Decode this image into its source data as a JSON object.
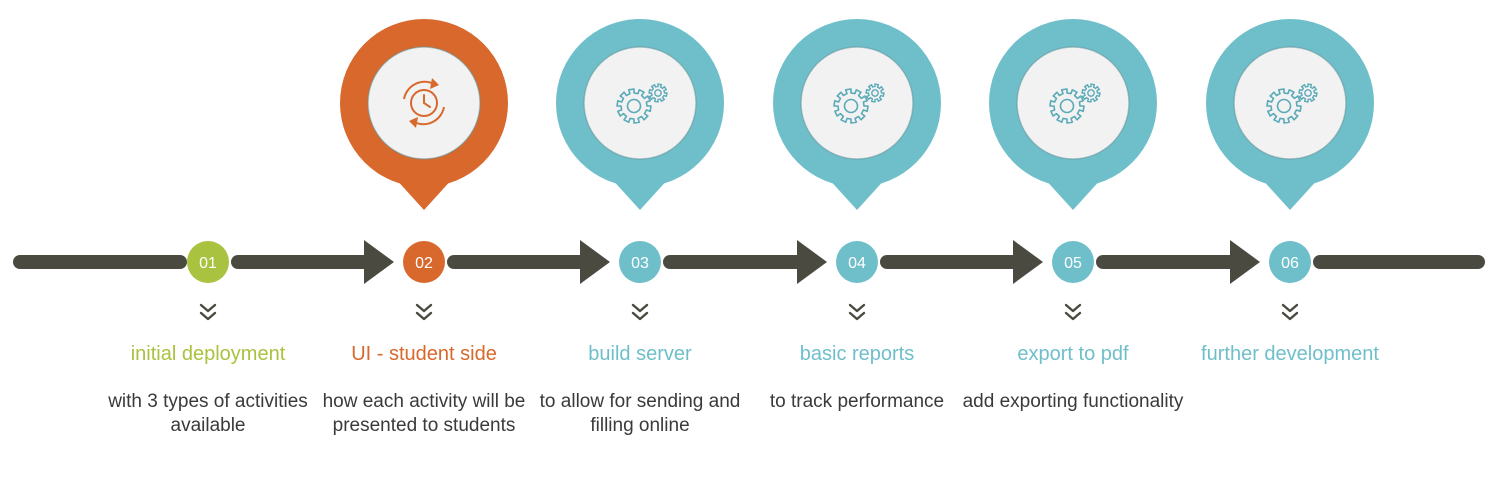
{
  "colors": {
    "line": "#4a4a40",
    "green": "#a9c23f",
    "orange": "#d8682b",
    "teal": "#6fbfcb",
    "inner": "#f2f2f2",
    "icon_teal": "#5aaab8",
    "icon_orange": "#d8682b"
  },
  "steps": [
    {
      "number": "01",
      "title": "initial deployment",
      "description": "with 3 types of activities available",
      "color": "#a9c23f",
      "marker": null
    },
    {
      "number": "02",
      "title": "UI - student side",
      "description": "how each activity will be presented to students",
      "color": "#d8682b",
      "marker": "clock-refresh-icon"
    },
    {
      "number": "03",
      "title": "build server",
      "description": "to allow for sending and filling online",
      "color": "#6fbfcb",
      "marker": "gears-icon"
    },
    {
      "number": "04",
      "title": "basic reports",
      "description": "to track performance",
      "color": "#6fbfcb",
      "marker": "gears-icon"
    },
    {
      "number": "05",
      "title": "export to pdf",
      "description": "add exporting functionality",
      "color": "#6fbfcb",
      "marker": "gears-icon"
    },
    {
      "number": "06",
      "title": "further development",
      "description": "",
      "color": "#6fbfcb",
      "marker": "gears-icon"
    }
  ]
}
